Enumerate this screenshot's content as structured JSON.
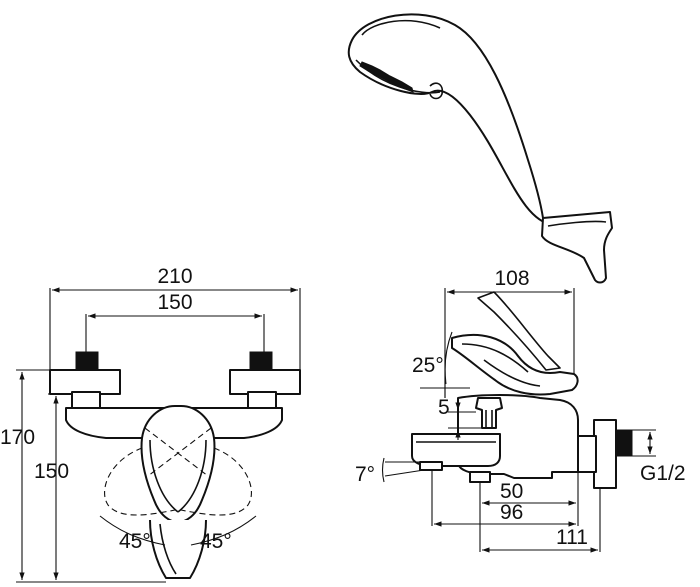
{
  "dimensions": {
    "overall_width": "210",
    "inlet_spacing": "150",
    "total_height": "170",
    "inlet_height": "150",
    "lever_angle_left": "45°",
    "lever_angle_right": "45°",
    "side_depth": "108",
    "lever_tilt": "25°",
    "diverter_height": "5",
    "spout_angle": "7°",
    "outlet_offset": "50",
    "spout_reach": "96",
    "wall_distance": "111",
    "thread_size": "G1/2"
  }
}
